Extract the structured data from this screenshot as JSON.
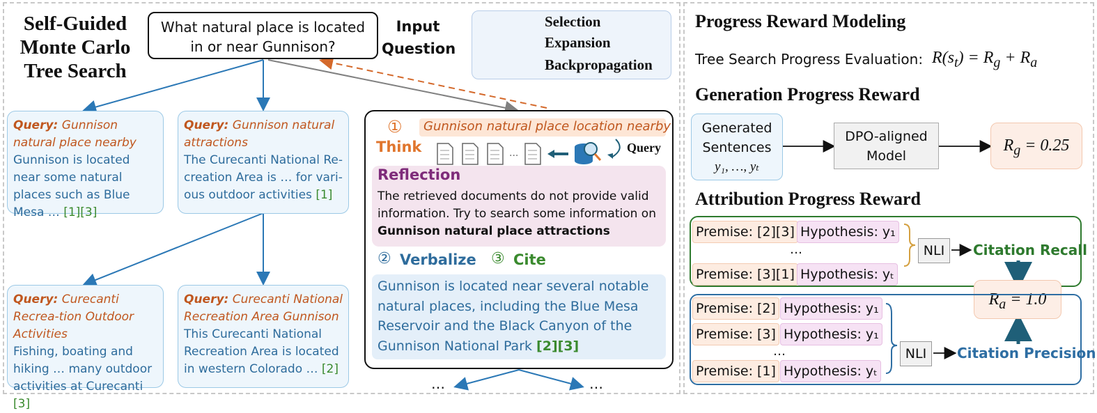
{
  "left_title": [
    "Self-Guided",
    "Monte Carlo",
    "Tree Search"
  ],
  "question": "What natural place is located in or near Gunnison?",
  "input_label": [
    "Input",
    "Question"
  ],
  "legend": {
    "selection": "Selection",
    "expansion": "Expansion",
    "backprop": "Backpropagation",
    "colors": {
      "selection": "#808080",
      "expansion": "#2b78b6",
      "backprop": "#d4692b"
    }
  },
  "nodes": [
    {
      "query_label": "Query:",
      "query_text": "Gunnison natural place nearby",
      "answer": "Gunnison is located near some natural places such as Blue Mesa … ",
      "cites": "[1][3]"
    },
    {
      "query_label": "Query:",
      "query_text": "Gunnison natural attractions",
      "answer": "The Curecanti National Re-creation Area is … for vari-ous outdoor activities ",
      "cites": "[1]"
    },
    {
      "query_label": "Query:",
      "query_text": "Curecanti Recrea-tion Outdoor Activities",
      "answer": "Fishing, boating and hiking … many outdoor activities at Curecanti ",
      "cites": "[3]"
    },
    {
      "query_label": "Query:",
      "query_text": "Curecanti National Recreation Area Gunnison",
      "answer": "This Curecanti National Recreation Area is located in western Colorado … ",
      "cites": "[2]"
    }
  ],
  "center": {
    "step1": "①",
    "think": "Think",
    "think_query": "Gunnison natural place location nearby",
    "query_label": "Query",
    "reflection": "Reflection",
    "reflection_text": "The retrieved documents do not provide valid information. Try to search some information on",
    "reflection_bold": "Gunnison natural place attractions",
    "step2": "②",
    "verbalize": "Verbalize",
    "step3": "③",
    "cite": "Cite",
    "answer": "Gunnison is located near several notable natural places, including the Blue Mesa Reservoir and the Black Canyon of the Gunnison National Park ",
    "answer_cites": "[2][3]",
    "ellipsis_left": "…",
    "ellipsis_right": "…"
  },
  "right": {
    "title": "Progress Reward Modeling",
    "eval_label": "Tree Search Progress Evaluation:",
    "eval_formula": "R(sₜ) = R_g + R_a",
    "gen_title": "Generation Progress Reward",
    "gen_box": [
      "Generated",
      "Sentences",
      "y₁, …, yₜ"
    ],
    "dpo_box": [
      "DPO-aligned",
      "Model"
    ],
    "rg_value": "R_g = 0.25",
    "attr_title": "Attribution Progress Reward",
    "recall_rows": [
      {
        "premise": "Premise: [2][3]",
        "hyp": "Hypothesis: y₁"
      },
      {
        "premise": "Premise: [3][1]",
        "hyp": "Hypothesis: yₜ"
      }
    ],
    "dots": "…",
    "nli": "NLI",
    "recall_label": "Citation Recall",
    "ra_value": "R_a = 1.0",
    "precision_rows": [
      {
        "premise": "Premise: [2]",
        "hyp": "Hypothesis: y₁"
      },
      {
        "premise": "Premise: [3]",
        "hyp": "Hypothesis: y₁"
      },
      {
        "premise": "Premise: [1]",
        "hyp": "Hypothesis: yₜ"
      }
    ],
    "precision_label": "Citation Precision"
  }
}
